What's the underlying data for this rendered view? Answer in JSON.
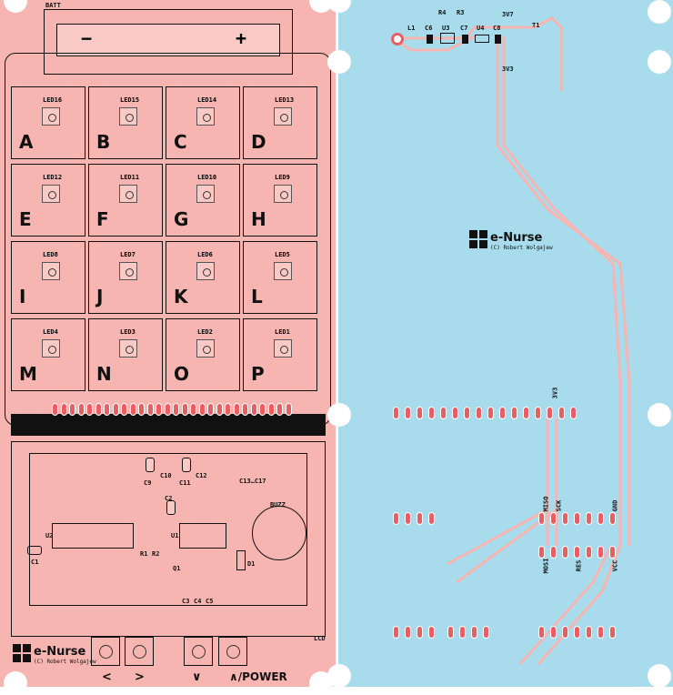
{
  "left_board": {
    "battery": {
      "label": "BATT",
      "minus": "−",
      "plus": "+"
    },
    "led_cells": [
      {
        "led": "LED16",
        "letter": "A"
      },
      {
        "led": "LED15",
        "letter": "B"
      },
      {
        "led": "LED14",
        "letter": "C"
      },
      {
        "led": "LED13",
        "letter": "D"
      },
      {
        "led": "LED12",
        "letter": "E"
      },
      {
        "led": "LED11",
        "letter": "F"
      },
      {
        "led": "LED10",
        "letter": "G"
      },
      {
        "led": "LED9",
        "letter": "H"
      },
      {
        "led": "LED8",
        "letter": "I"
      },
      {
        "led": "LED7",
        "letter": "J"
      },
      {
        "led": "LED6",
        "letter": "K"
      },
      {
        "led": "LED5",
        "letter": "L"
      },
      {
        "led": "LED4",
        "letter": "M"
      },
      {
        "led": "LED3",
        "letter": "N"
      },
      {
        "led": "LED2",
        "letter": "O"
      },
      {
        "led": "LED1",
        "letter": "P"
      }
    ],
    "components": {
      "c9": "C9",
      "c10": "C10",
      "c11": "C11",
      "c12": "C12",
      "c13_17": "C13…C17",
      "c2": "C2",
      "buzz": "BUZZ",
      "u2": "U2",
      "u1": "U1",
      "r1": "R1",
      "r2": "R2",
      "c1": "C1",
      "q1": "Q1",
      "d1": "D1",
      "c3": "C3",
      "c4": "C4",
      "c5": "C5",
      "lcd": "LCD"
    },
    "buttons": [
      {
        "label": "<"
      },
      {
        "label": ">"
      },
      {
        "label": "∨"
      },
      {
        "label": "∧/POWER"
      }
    ],
    "logo": {
      "title": "e-Nurse",
      "subtitle": "(C) Robert Wolgajew"
    }
  },
  "right_board": {
    "components": {
      "r4": "R4",
      "r3": "R3",
      "v37": "3V7",
      "t1": "T1",
      "l1": "L1",
      "c6": "C6",
      "u3": "U3",
      "c7": "C7",
      "u4": "U4",
      "c8": "C8",
      "v33": "3V3",
      "v33b": "3V3"
    },
    "pins": {
      "miso": "MISO",
      "sck": "SCK",
      "gnd": "GND",
      "mosi": "MOSI",
      "res": "RES",
      "vcc": "VCC"
    },
    "logo": {
      "title": "e-Nurse",
      "subtitle": "(C) Robert Wolgajew"
    }
  }
}
